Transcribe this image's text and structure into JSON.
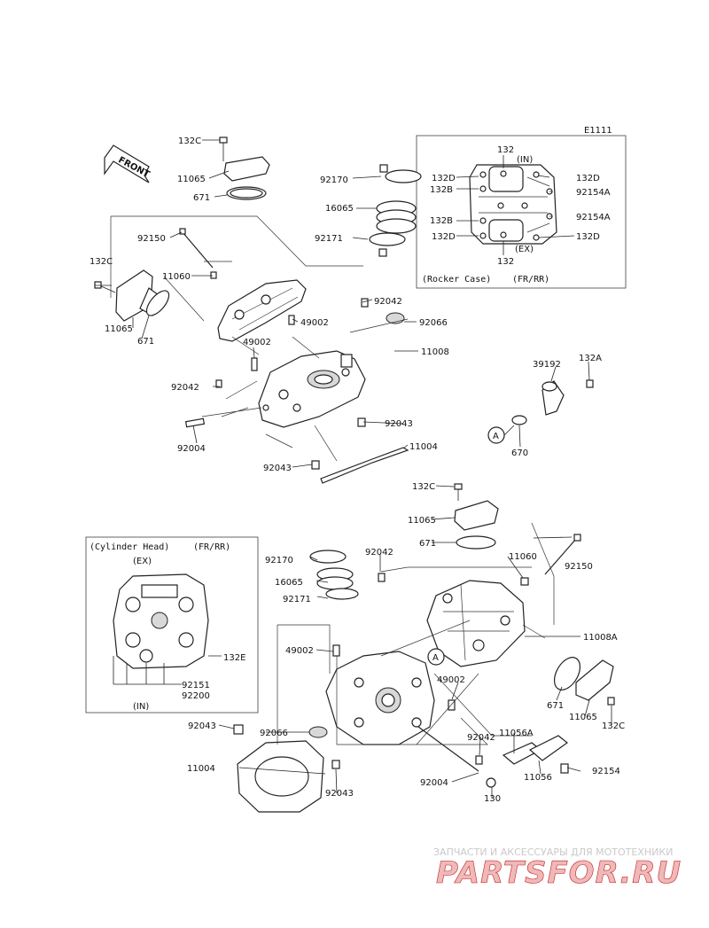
{
  "diagram_code": "E1111",
  "front_arrow": "FRONT",
  "callouts": {
    "c_132C_top": "132C",
    "c_11065_top": "11065",
    "c_671_top": "671",
    "c_92150_top": "92150",
    "c_132C_left": "132C",
    "c_11060_top": "11060",
    "c_11065_left": "11065",
    "c_671_left": "671",
    "c_92170_top": "92170",
    "c_16065_top": "16065",
    "c_92171_top": "92171",
    "c_92042_a": "92042",
    "c_49002_a": "49002",
    "c_92066_top": "92066",
    "c_49002_b": "49002",
    "c_11008": "11008",
    "c_92042_b": "92042",
    "c_92004_top": "92004",
    "c_92043_a": "92043",
    "c_11004_top": "11004",
    "c_92043_b": "92043",
    "c_39192": "39192",
    "c_132A": "132A",
    "c_670": "670",
    "c_132C_mid": "132C",
    "c_11065_mid": "11065",
    "c_671_mid": "671",
    "c_92170_bot": "92170",
    "c_92042_c": "92042",
    "c_16065_bot": "16065",
    "c_92171_bot": "92171",
    "c_11060_bot": "11060",
    "c_92150_bot": "92150",
    "c_11008A": "11008A",
    "c_49002_c": "49002",
    "c_49002_d": "49002",
    "c_671_bot": "671",
    "c_11065_bot": "11065",
    "c_132C_bot": "132C",
    "c_92043_c": "92043",
    "c_92066_bot": "92066",
    "c_92042_d": "92042",
    "c_11056A": "11056A",
    "c_11004_bot": "11004",
    "c_92043_d": "92043",
    "c_11056": "11056",
    "c_92154": "92154",
    "c_92004_bot": "92004",
    "c_130": "130"
  },
  "rocker_inset": {
    "caption": "(Rocker Case)",
    "variant": "(FR/RR)",
    "c_132_top": "132",
    "c_in": "(IN)",
    "c_132D_tl": "132D",
    "c_132B_tl": "132B",
    "c_132D_tr": "132D",
    "c_92154A_1": "92154A",
    "c_132B_bl": "132B",
    "c_92154A_2": "92154A",
    "c_132D_bl": "132D",
    "c_132D_br": "132D",
    "c_ex": "(EX)",
    "c_132_bot": "132"
  },
  "head_inset": {
    "caption": "(Cylinder Head)",
    "variant": "(FR/RR)",
    "c_ex": "(EX)",
    "c_132E": "132E",
    "c_92151": "92151",
    "c_92200": "92200",
    "c_in": "(IN)"
  },
  "marker": "A",
  "watermark": {
    "top": "ЗАПЧАСТИ И АКСЕССУАРЫ ДЛЯ МОТОТЕХНИКИ",
    "main": "PARTSFOR.RU"
  }
}
